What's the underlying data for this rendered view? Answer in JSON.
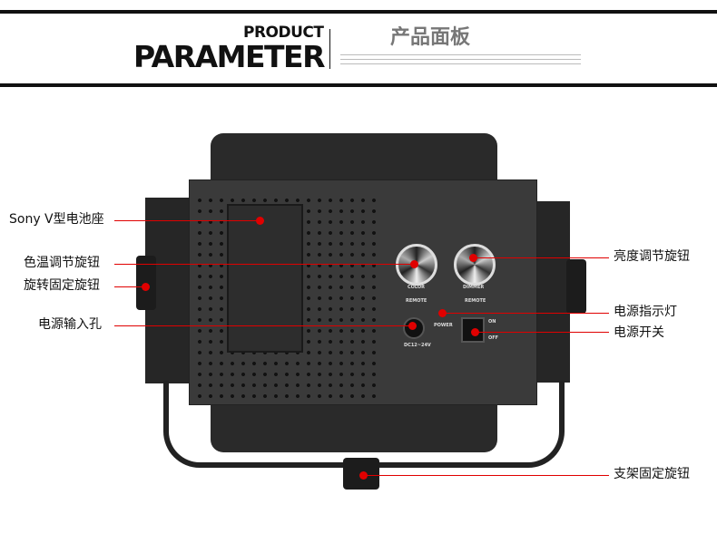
{
  "header": {
    "logo_top": "PRODUCT",
    "logo_main": "PARAMETER",
    "title": "产品面板"
  },
  "panel": {
    "knob_color": "COLOR",
    "knob_dimmer": "DIMMER",
    "remote1": "REMOTE",
    "remote2": "REMOTE",
    "power": "POWER",
    "dc": "DC12~24V",
    "on": "ON",
    "off": "OFF"
  },
  "labels": {
    "battery": "Sony V型电池座",
    "color_knob": "色温调节旋钮",
    "rotate_knob": "旋转固定旋钮",
    "power_in": "电源输入孔",
    "dimmer_knob": "亮度调节旋钮",
    "power_led": "电源指示灯",
    "power_switch": "电源开关",
    "bracket_knob": "支架固定旋钮"
  },
  "colors": {
    "accent": "#e00000"
  }
}
